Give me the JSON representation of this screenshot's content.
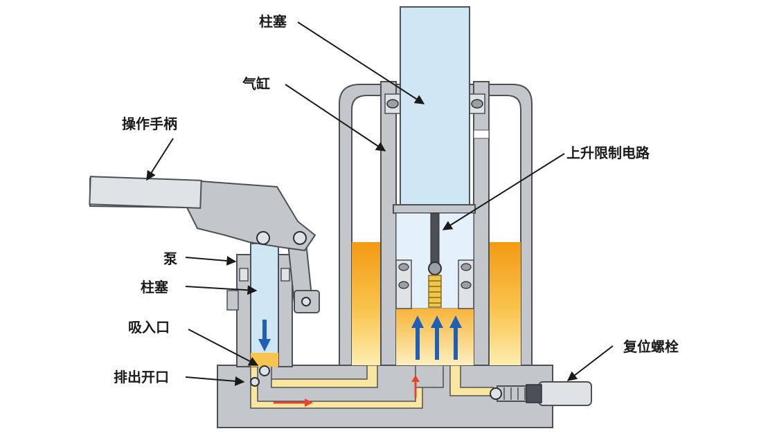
{
  "labels": {
    "plunger_top": "柱塞",
    "cylinder": "气缸",
    "operating_handle": "操作手柄",
    "rise_limit_circuit": "上升限制电路",
    "pump": "泵",
    "pump_plunger": "柱塞",
    "suction_inlet": "吸入口",
    "discharge_opening": "排出开口",
    "reset_bolt": "复位螺栓"
  },
  "colors": {
    "body_gray": "#c3c7cb",
    "outline": "#4d5055",
    "piston_blue": "#cfe6f5",
    "oil_orange": "#f7a21d",
    "oil_light": "#fbe6a0",
    "arrow_blue": "#1f5fb5",
    "flow_red": "#e8442a"
  }
}
